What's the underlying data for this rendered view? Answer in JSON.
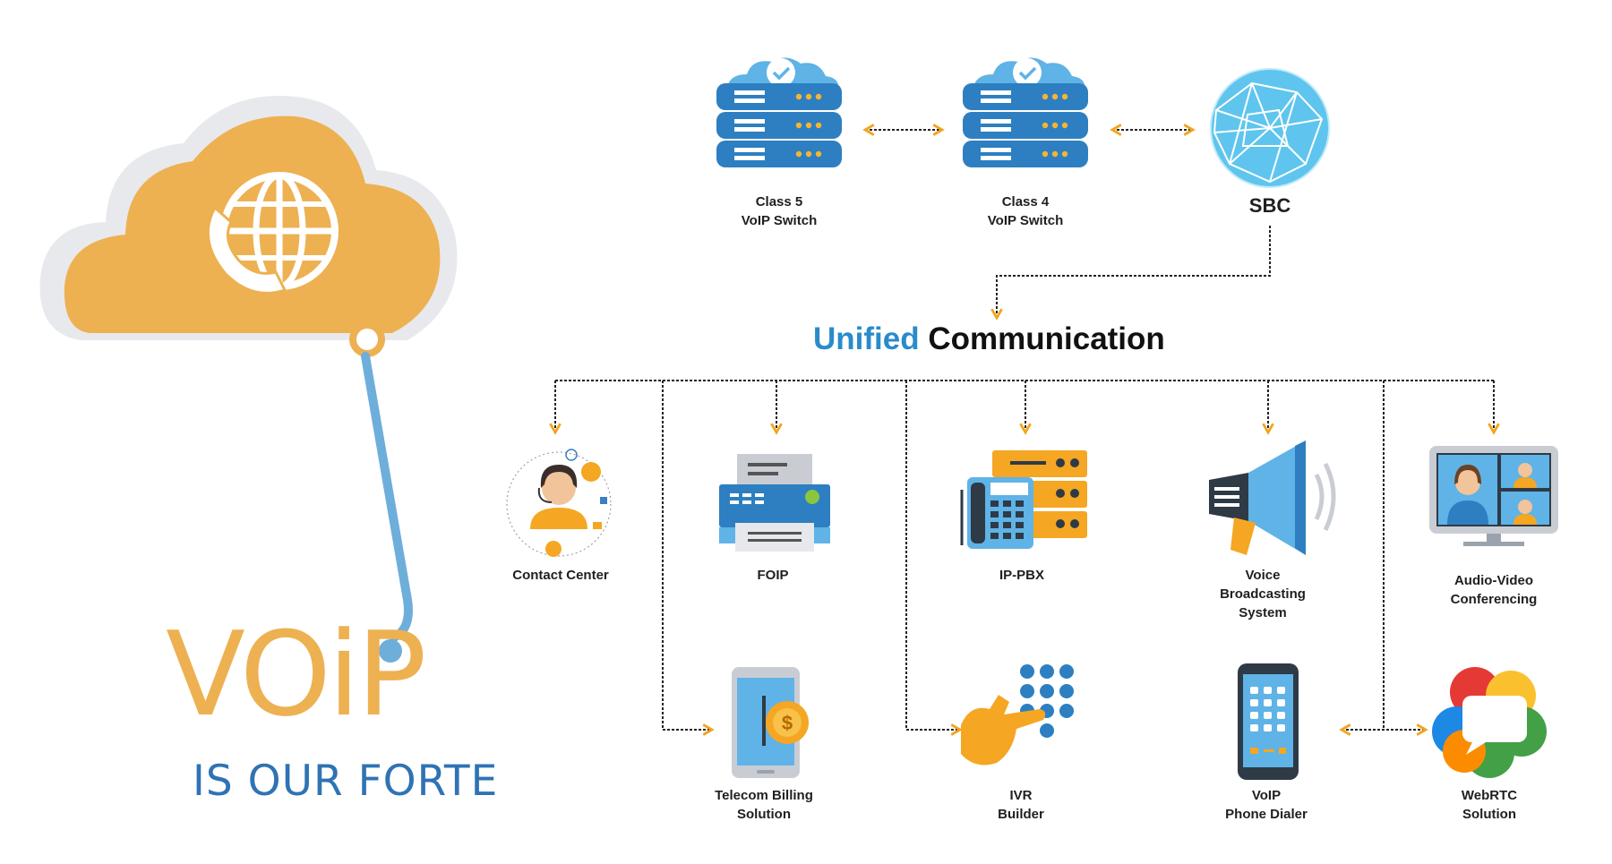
{
  "brand": {
    "title": "VOiP",
    "subtitle": "IS OUR FORTE"
  },
  "header": {
    "title_part1": "Unified",
    "title_part2": "Communication"
  },
  "nodes": {
    "class5": {
      "line1": "Class 5",
      "line2": "VoIP Switch"
    },
    "class4": {
      "line1": "Class 4",
      "line2": "VoIP Switch"
    },
    "sbc": {
      "line1": "SBC"
    },
    "contact_center": {
      "line1": "Contact Center"
    },
    "foip": {
      "line1": "FOIP"
    },
    "ippbx": {
      "line1": "IP-PBX"
    },
    "voice_broadcasting": {
      "line1": "Voice",
      "line2": "Broadcasting",
      "line3": "System"
    },
    "audio_video": {
      "line1": "Audio-Video",
      "line2": "Conferencing"
    },
    "telecom_billing": {
      "line1": "Telecom Billing",
      "line2": "Solution"
    },
    "ivr": {
      "line1": "IVR",
      "line2": "Builder"
    },
    "voip_dialer": {
      "line1": "VoIP",
      "line2": "Phone Dialer"
    },
    "webrtc": {
      "line1": "WebRTC",
      "line2": "Solution"
    }
  },
  "icons": {
    "cloud": "cloud-globe-phone-icon",
    "server": "server-stack-icon",
    "sbc": "network-globe-icon",
    "contact_center": "headset-agent-icon",
    "foip": "fax-machine-icon",
    "ippbx": "desk-phone-server-icon",
    "voice_broadcasting": "megaphone-icon",
    "audio_video": "video-conference-icon",
    "telecom_billing": "mobile-payment-icon",
    "ivr": "keypad-hand-icon",
    "voip_dialer": "smartphone-dialer-icon",
    "webrtc": "webrtc-logo-icon"
  },
  "colors": {
    "brand_orange": "#edb152",
    "brand_blue": "#2f73b4",
    "server_blue": "#2d7fc1",
    "light_blue": "#5fb3e6",
    "arrow_orange": "#f0a51e",
    "connector": "#222222"
  }
}
